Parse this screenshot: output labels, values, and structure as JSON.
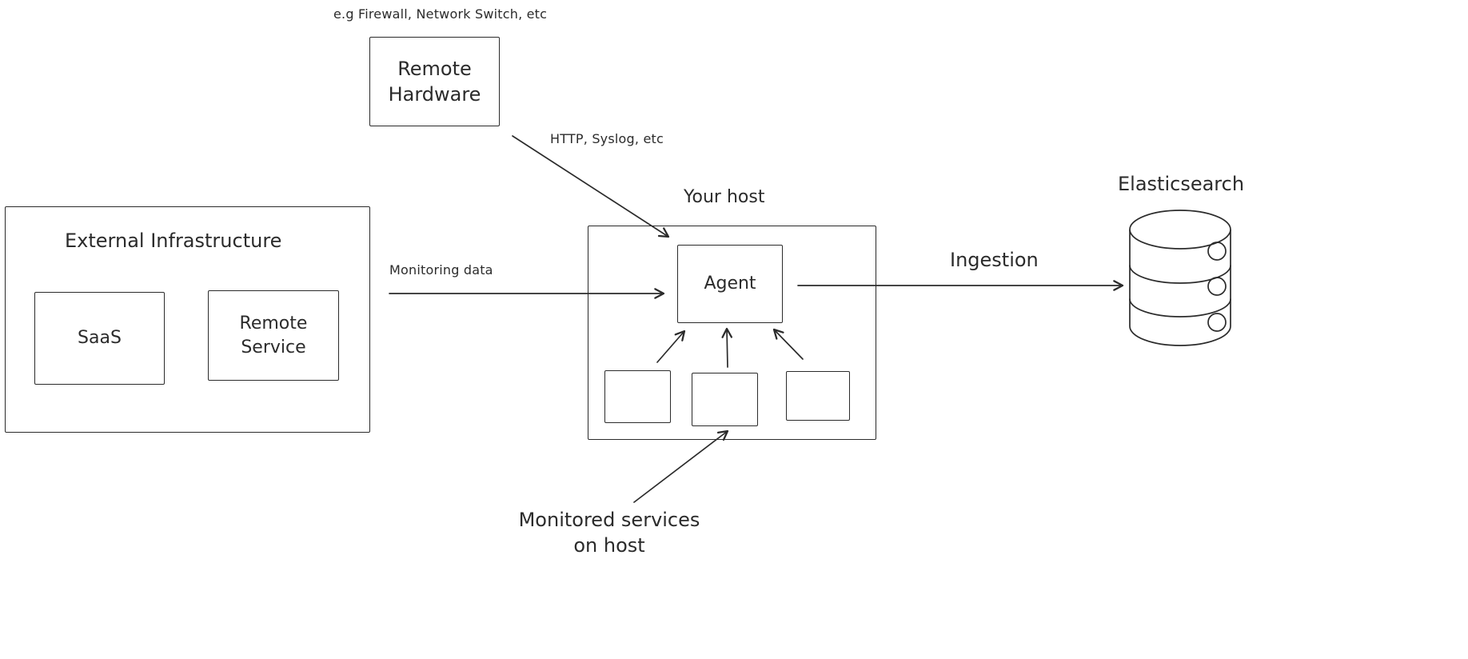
{
  "theme": {
    "stroke": "#2b2b2b",
    "bg": "#ffffff"
  },
  "nodes": {
    "remote_hardware": {
      "note": "e.g Firewall, Network Switch, etc",
      "label": "Remote\nHardware"
    },
    "external_infrastructure": {
      "title": "External Infrastructure",
      "saas": "SaaS",
      "remote_service": "Remote\nService"
    },
    "your_host": {
      "title": "Your host",
      "agent": "Agent"
    },
    "elasticsearch": {
      "label": "Elasticsearch"
    }
  },
  "edges": {
    "http": "HTTP, Syslog, etc",
    "monitoring": "Monitoring data",
    "ingestion": "Ingestion"
  },
  "annotations": {
    "monitored_services": "Monitored services\non host"
  }
}
